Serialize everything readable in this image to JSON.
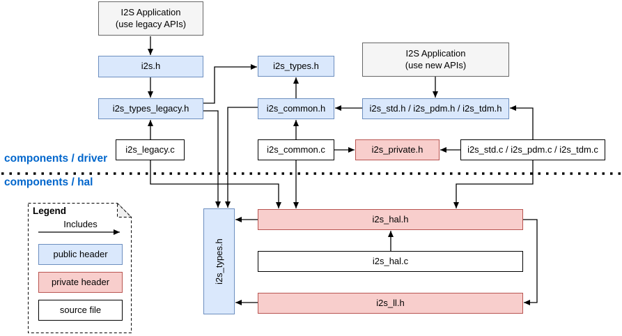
{
  "sections": {
    "driver_label": "components / driver",
    "hal_label": "components / hal"
  },
  "nodes": {
    "app_legacy": "I2S Application\n(use legacy APIs)",
    "i2s_h": "i2s.h",
    "i2s_types_legacy_h": "i2s_types_legacy.h",
    "i2s_legacy_c": "i2s_legacy.c",
    "i2s_types_h": "i2s_types.h",
    "i2s_common_h": "i2s_common.h",
    "i2s_common_c": "i2s_common.c",
    "app_new": "I2S Application\n(use new APIs)",
    "i2s_std_pdm_tdm_h": "i2s_std.h / i2s_pdm.h / i2s_tdm.h",
    "i2s_private_h": "i2s_private.h",
    "i2s_std_pdm_tdm_c": "i2s_std.c / i2s_pdm.c / i2s_tdm.c",
    "i2s_types_h_hal": "i2s_types.h",
    "i2s_hal_h": "i2s_hal.h",
    "i2s_hal_c": "i2s_hal.c",
    "i2s_ll_h": "i2s_ll.h"
  },
  "legend": {
    "title": "Legend",
    "arrow_label": "Includes",
    "public_header": "public header",
    "private_header": "private header",
    "source_file": "source file"
  },
  "colors": {
    "public_header_fill": "#dae8fc",
    "public_header_stroke": "#6c8ebf",
    "private_header_fill": "#f8cecc",
    "private_header_stroke": "#b85450",
    "application_fill": "#f5f5f5",
    "application_stroke": "#666666",
    "source_file_fill": "#ffffff",
    "source_file_stroke": "#000000",
    "section_label_color": "#0066cc",
    "connector_color": "#000000"
  }
}
